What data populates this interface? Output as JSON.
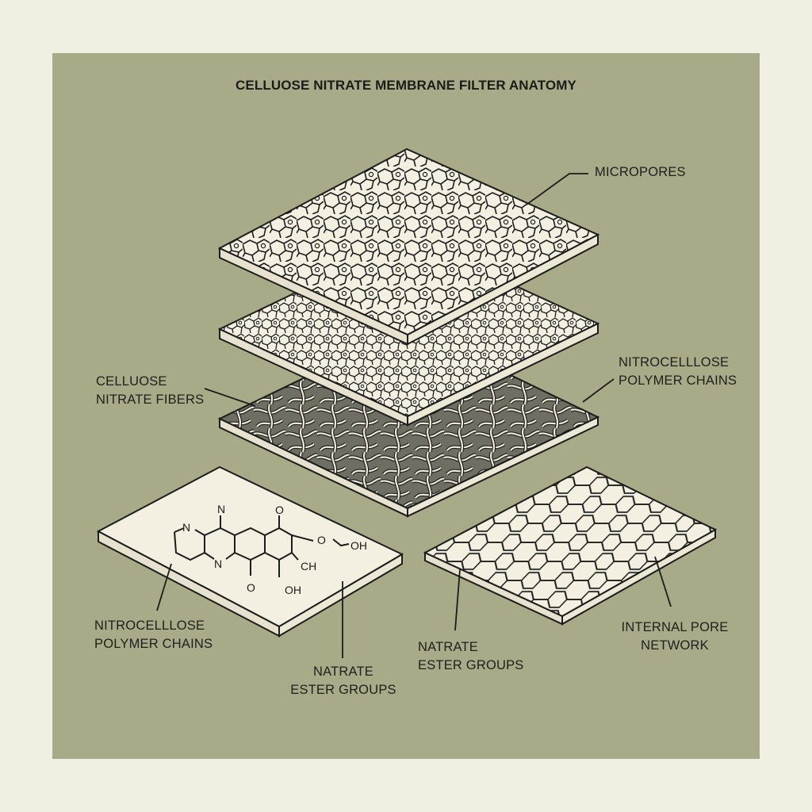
{
  "title": "CELLUOSE NITRATE MEMBRANE FILTER ANATOMY",
  "colors": {
    "background": "#f1eee2",
    "panel": "#a9ab88",
    "slab_face": "#f3f0e2",
    "slab_edge": "#e6e2cf",
    "ink": "#1c1c1a"
  },
  "layers": [
    {
      "id": "top",
      "pattern": "irregular-polygon-cells-with-micropores"
    },
    {
      "id": "middle",
      "pattern": "dense-polygon-cells"
    },
    {
      "id": "fiber",
      "pattern": "tangled-fibers-on-stippled-ground"
    },
    {
      "id": "chemistry",
      "pattern": "chemical-structure-diagram"
    },
    {
      "id": "hex",
      "pattern": "hexagonal-pore-network"
    }
  ],
  "chemical_structure": {
    "atoms": [
      "N",
      "N",
      "N",
      "O",
      "O",
      "O",
      "OH",
      "CH",
      "OH"
    ]
  },
  "labels": {
    "micropores": [
      "MICROPORES"
    ],
    "fibers": [
      "CELLUOSE",
      "NITRATE FIBERS"
    ],
    "polymer_right": [
      "NITROCELLLOSE",
      "POLYMER CHAINS"
    ],
    "polymer_left": [
      "NITROCELLLOSE",
      "POLYMER CHAINS"
    ],
    "ester_left": [
      "NATRATE",
      "ESTER GROUPS"
    ],
    "ester_right": [
      "NATRATE",
      "ESTER GROUPS"
    ],
    "pore_network": [
      "INTERNAL PORE",
      "NETWORK"
    ]
  }
}
